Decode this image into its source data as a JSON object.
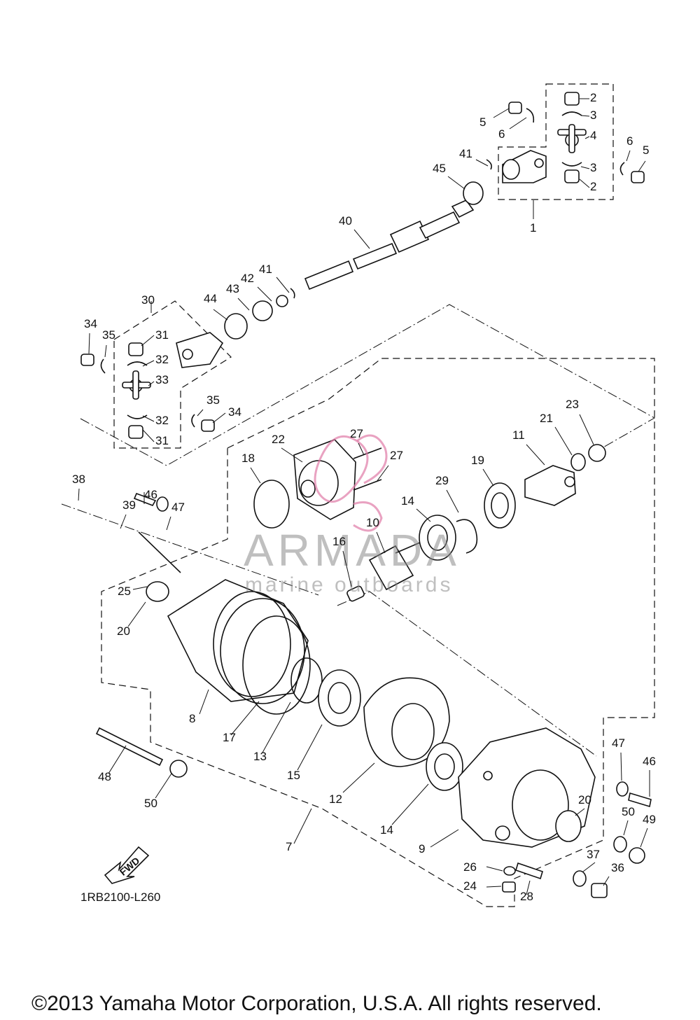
{
  "diagram": {
    "drawing_code": "1RB2100-L260",
    "fwd_label": "FWD",
    "copyright": "©2013 Yamaha Motor Corporation, U.S.A. All rights reserved.",
    "watermark": {
      "brand": "ARMADA",
      "tagline": "marine outboards"
    },
    "callouts": [
      {
        "n": "1"
      },
      {
        "n": "2"
      },
      {
        "n": "2"
      },
      {
        "n": "3"
      },
      {
        "n": "3"
      },
      {
        "n": "4"
      },
      {
        "n": "5"
      },
      {
        "n": "5"
      },
      {
        "n": "6"
      },
      {
        "n": "6"
      },
      {
        "n": "45"
      },
      {
        "n": "41"
      },
      {
        "n": "40"
      },
      {
        "n": "41"
      },
      {
        "n": "42"
      },
      {
        "n": "43"
      },
      {
        "n": "44"
      },
      {
        "n": "30"
      },
      {
        "n": "34"
      },
      {
        "n": "35"
      },
      {
        "n": "31"
      },
      {
        "n": "32"
      },
      {
        "n": "33"
      },
      {
        "n": "35"
      },
      {
        "n": "34"
      },
      {
        "n": "32"
      },
      {
        "n": "31"
      },
      {
        "n": "27"
      },
      {
        "n": "22"
      },
      {
        "n": "27"
      },
      {
        "n": "18"
      },
      {
        "n": "23"
      },
      {
        "n": "21"
      },
      {
        "n": "11"
      },
      {
        "n": "19"
      },
      {
        "n": "29"
      },
      {
        "n": "14"
      },
      {
        "n": "10"
      },
      {
        "n": "16"
      },
      {
        "n": "38"
      },
      {
        "n": "39"
      },
      {
        "n": "46"
      },
      {
        "n": "47"
      },
      {
        "n": "25"
      },
      {
        "n": "20"
      },
      {
        "n": "8"
      },
      {
        "n": "17"
      },
      {
        "n": "13"
      },
      {
        "n": "15"
      },
      {
        "n": "12"
      },
      {
        "n": "14"
      },
      {
        "n": "48"
      },
      {
        "n": "50"
      },
      {
        "n": "7"
      },
      {
        "n": "47"
      },
      {
        "n": "46"
      },
      {
        "n": "20"
      },
      {
        "n": "50"
      },
      {
        "n": "49"
      },
      {
        "n": "9"
      },
      {
        "n": "37"
      },
      {
        "n": "36"
      },
      {
        "n": "26"
      },
      {
        "n": "24"
      },
      {
        "n": "28"
      }
    ]
  }
}
